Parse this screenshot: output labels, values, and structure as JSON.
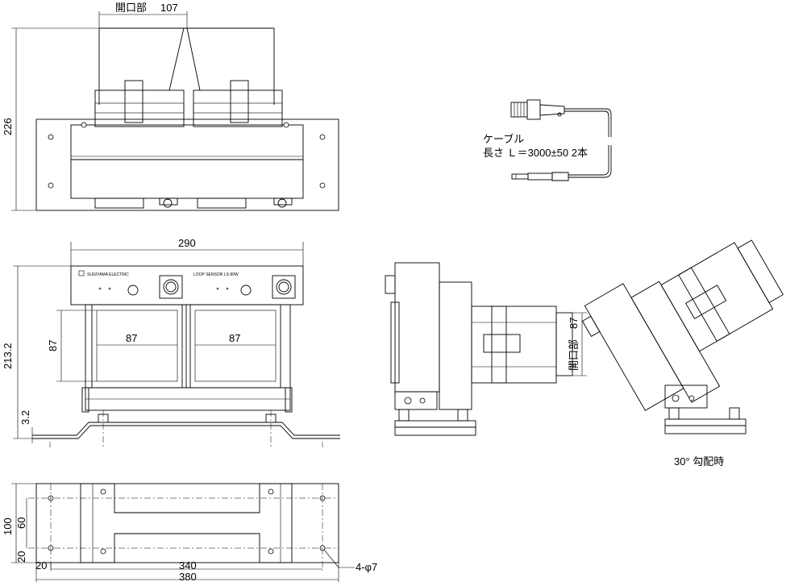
{
  "top_view": {
    "opening_label": "開口部",
    "opening_value": "107",
    "height_value": "226"
  },
  "front_view": {
    "width_value": "290",
    "height_value": "213.2",
    "window_height_value": "87",
    "base_thickness_value": "3.2",
    "left_window_width_value": "87",
    "right_window_width_value": "87",
    "brand_text": "SUGIYAMA ELECTRIC",
    "model_text": "LOOP SENSOR LS-90W"
  },
  "side_view": {
    "opening_label": "開口部",
    "opening_value": "87"
  },
  "cable": {
    "title": "ケーブル",
    "length_spec": "長さ Ｌ＝3000±50 2本"
  },
  "tilted_view": {
    "caption": "30° 勾配時"
  },
  "bottom_view": {
    "height_total_value": "100",
    "inner_height_value": "60",
    "edge_offset_value": "20",
    "edge_offset_left_value": "20",
    "inner_width_value": "340",
    "total_width_value": "380",
    "hole_spec": "4-φ7"
  }
}
